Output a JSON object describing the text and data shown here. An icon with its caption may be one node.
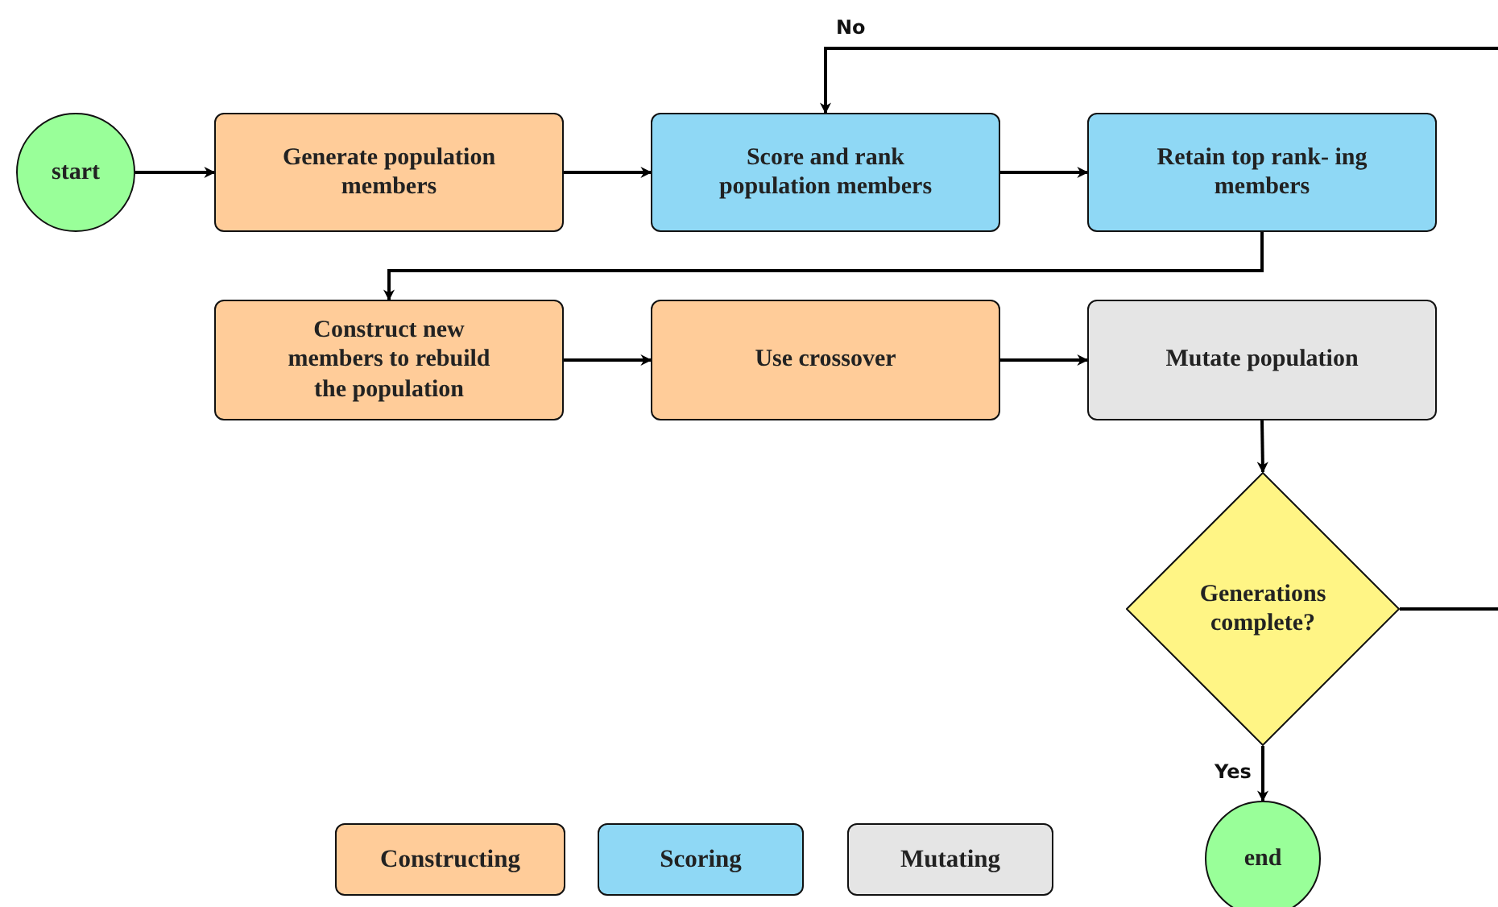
{
  "diagram": {
    "nodes": [
      {
        "text": [
          "start"
        ]
      },
      {
        "text": [
          "Generate population members"
        ]
      },
      {
        "text": [
          "Score and rank population members"
        ]
      },
      {
        "text": [
          "Retain top rank- ing members"
        ]
      },
      {
        "text": [
          "Construct new members to rebuild the population"
        ]
      },
      {
        "text": [
          "Use crossover"
        ]
      },
      {
        "text": [
          "Mutate population"
        ]
      },
      {
        "text": [
          "Generations complete?"
        ]
      },
      {
        "text": [
          "end"
        ]
      }
    ],
    "edges": [
      {
        "from": 0,
        "to": 1,
        "arrow": "to"
      },
      {
        "from": 1,
        "to": 2,
        "arrow": "to"
      },
      {
        "from": 2,
        "to": 3,
        "arrow": "to"
      },
      {
        "from": 3,
        "to": 4,
        "arrow": "to"
      },
      {
        "from": 4,
        "to": 5,
        "arrow": "to"
      },
      {
        "from": 5,
        "to": 6,
        "arrow": "to"
      },
      {
        "from": 6,
        "to": 7,
        "arrow": "to"
      },
      {
        "from": 7,
        "to": 2,
        "arrow": "to",
        "label": "No"
      },
      {
        "from": 7,
        "to": 8,
        "arrow": "to",
        "label": "Yes"
      }
    ],
    "legend": [
      {
        "text": "Constructing",
        "color": "#ffcc99"
      },
      {
        "text": "Scoring",
        "color": "#8fd8f5"
      },
      {
        "text": "Mutating",
        "color": "#e5e5e5"
      }
    ]
  }
}
